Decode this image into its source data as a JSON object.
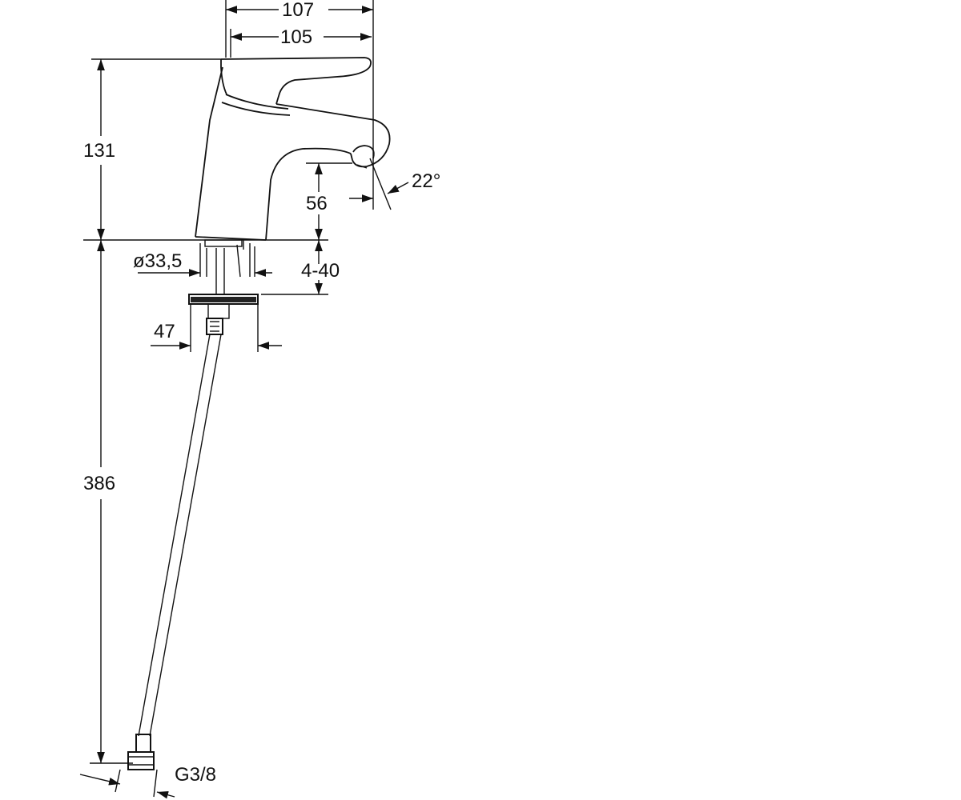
{
  "drawing": {
    "subject": "basin mixer tap technical drawing",
    "dimensions": {
      "overall_width": "107",
      "spout_reach": "105",
      "body_height": "131",
      "spout_height": "56",
      "spout_angle": "22°",
      "shank_diameter": "ø33,5",
      "counter_thickness": "4-40",
      "base_width": "47",
      "hose_length": "386",
      "thread": "G3/8"
    },
    "colors": {
      "line": "#111111",
      "background": "#ffffff"
    }
  }
}
